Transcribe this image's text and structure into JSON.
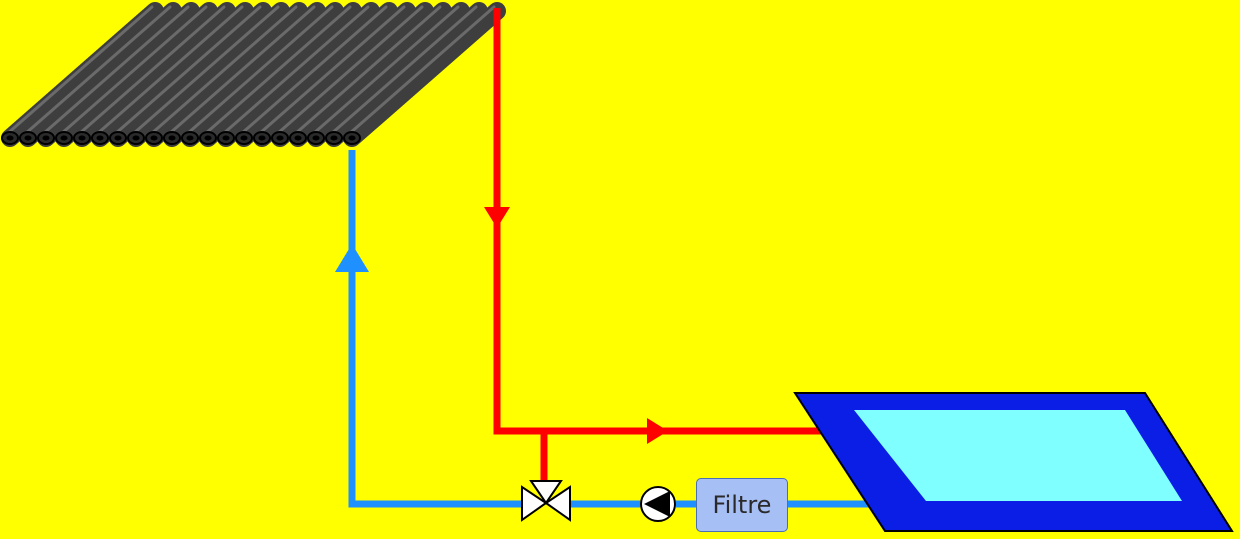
{
  "filter": {
    "label": "Filtre"
  },
  "colors": {
    "background": "#ffff00",
    "hot_pipe": "#ff0000",
    "cold_pipe": "#1e90ff",
    "pool_border": "#0a1ee6",
    "pool_water": "#7fffff",
    "collector_tube": "#3e3e3e",
    "filter_fill": "#a6bff5"
  },
  "components": {
    "collector": {
      "name": "solar-collector",
      "tube_count": 20
    },
    "valve": {
      "name": "three-way-valve"
    },
    "pump": {
      "name": "circulation-pump"
    },
    "pool": {
      "name": "swimming-pool"
    }
  },
  "flow_arrows": [
    "down",
    "right",
    "up",
    "left"
  ]
}
